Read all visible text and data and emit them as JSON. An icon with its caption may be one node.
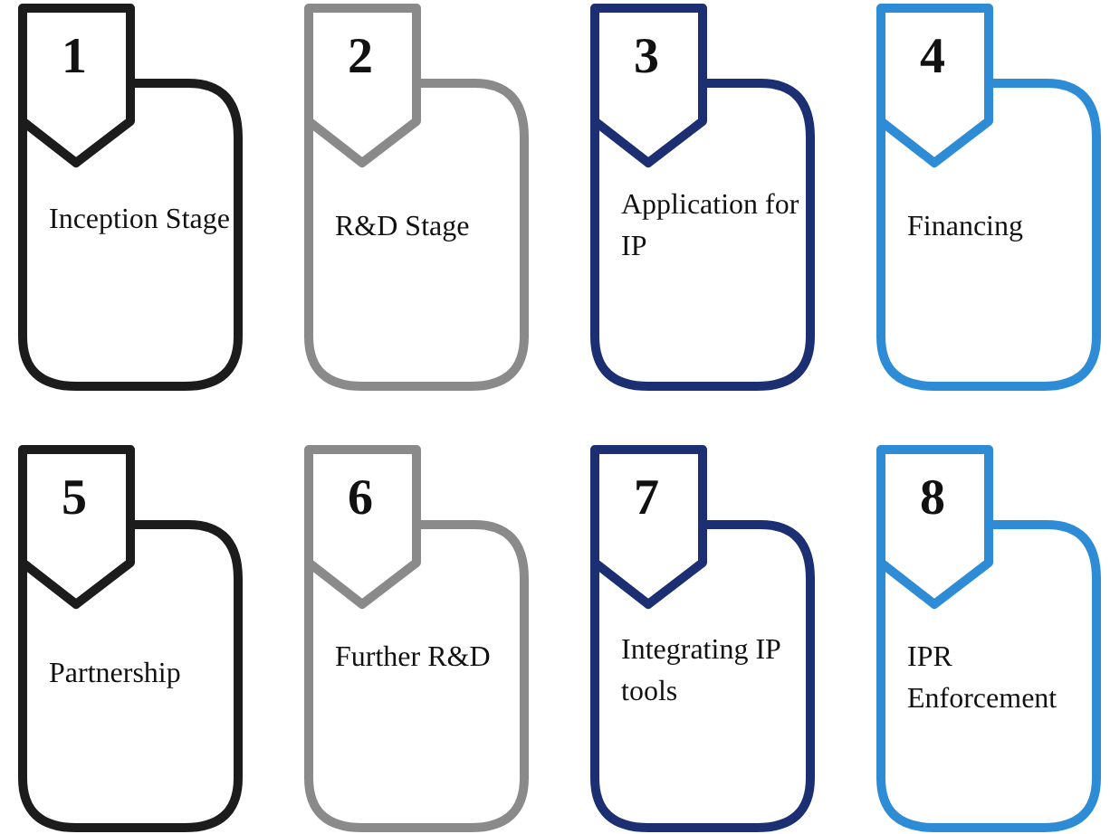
{
  "diagram": {
    "nodes": [
      {
        "text": [
          "1",
          "Inception Stage"
        ]
      },
      {
        "text": [
          "2",
          "R&D Stage"
        ]
      },
      {
        "text": [
          "3",
          "Application for IP"
        ]
      },
      {
        "text": [
          "4",
          "Financing"
        ]
      },
      {
        "text": [
          "5",
          "Partnership"
        ]
      },
      {
        "text": [
          "6",
          "Further R&D"
        ]
      },
      {
        "text": [
          "7",
          "Integrating IP tools"
        ]
      },
      {
        "text": [
          "8",
          "IPR Enforcement"
        ]
      }
    ]
  }
}
